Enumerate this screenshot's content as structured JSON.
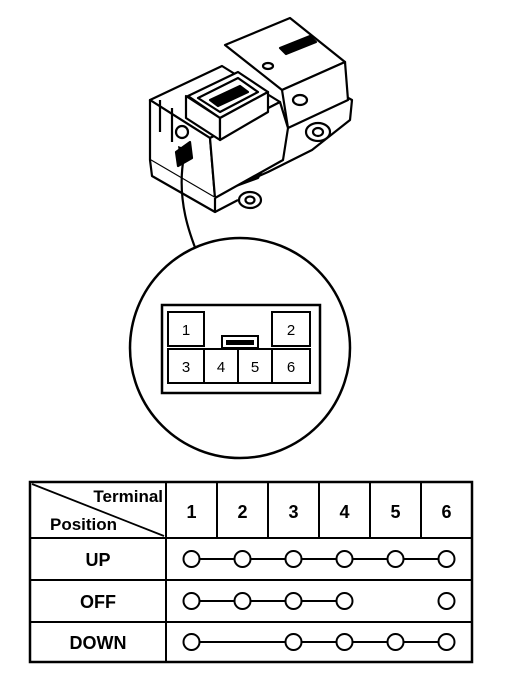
{
  "connector": {
    "pins": [
      "1",
      "2",
      "3",
      "4",
      "5",
      "6"
    ]
  },
  "table": {
    "header_terminal": "Terminal",
    "header_position": "Position",
    "terminals": [
      "1",
      "2",
      "3",
      "4",
      "5",
      "6"
    ],
    "rows": [
      {
        "position": "UP",
        "connected": [
          1,
          2,
          3,
          4,
          5,
          6
        ],
        "links": [
          [
            1,
            6
          ]
        ]
      },
      {
        "position": "OFF",
        "connected": [
          1,
          2,
          3,
          4,
          6
        ],
        "links": [
          [
            1,
            4
          ]
        ]
      },
      {
        "position": "DOWN",
        "connected": [
          1,
          3,
          4,
          5,
          6
        ],
        "links": [
          [
            1,
            6
          ]
        ]
      }
    ]
  }
}
